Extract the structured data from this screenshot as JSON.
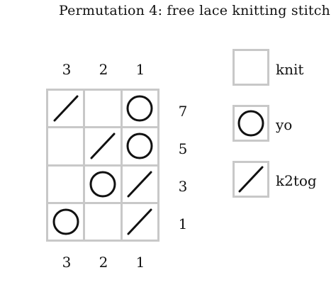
{
  "title": "Permutation 4:  free lace knitting stitch",
  "chart": {
    "column_numbers_top": [
      "3",
      "2",
      "1"
    ],
    "column_numbers_bottom": [
      "3",
      "2",
      "1"
    ],
    "row_numbers": [
      "7",
      "5",
      "3",
      "1"
    ],
    "rows": [
      [
        "k2tog",
        "knit",
        "yo"
      ],
      [
        "knit",
        "k2tog",
        "yo"
      ],
      [
        "knit",
        "yo",
        "k2tog"
      ],
      [
        "yo",
        "knit",
        "k2tog"
      ]
    ]
  },
  "legend": [
    {
      "symbol": "knit",
      "label": "knit"
    },
    {
      "symbol": "yo",
      "label": "yo"
    },
    {
      "symbol": "k2tog",
      "label": "k2tog"
    }
  ],
  "colors": {
    "grid_line": "#c8c8c8",
    "symbol": "#111111",
    "background": "#ffffff"
  }
}
